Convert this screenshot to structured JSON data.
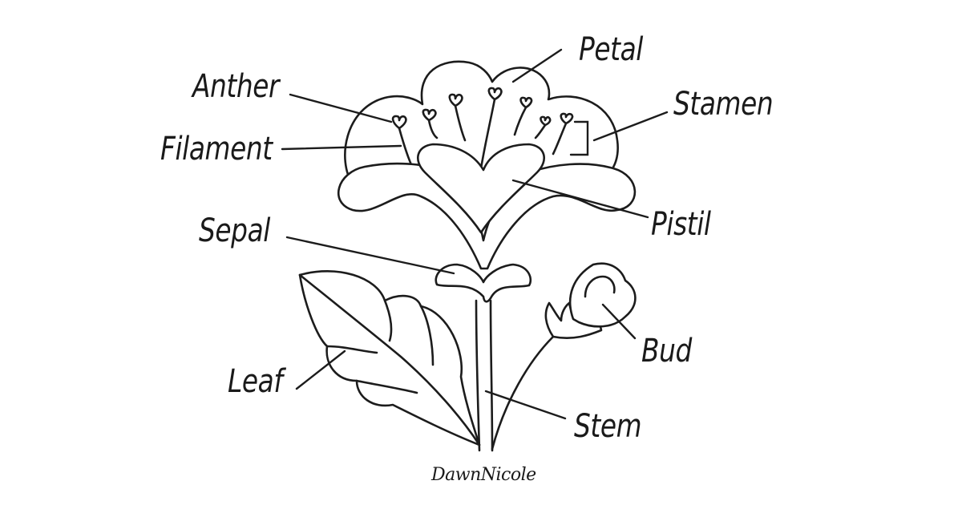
{
  "diagram": {
    "labels": {
      "petal": "Petal",
      "anther": "Anther",
      "stamen": "Stamen",
      "filament": "Filament",
      "pistil": "Pistil",
      "sepal": "Sepal",
      "bud": "Bud",
      "leaf": "Leaf",
      "stem": "Stem"
    },
    "signature": "DawnNicole",
    "colors": {
      "ink": "#1c1c1c",
      "background": "#ffffff"
    }
  }
}
